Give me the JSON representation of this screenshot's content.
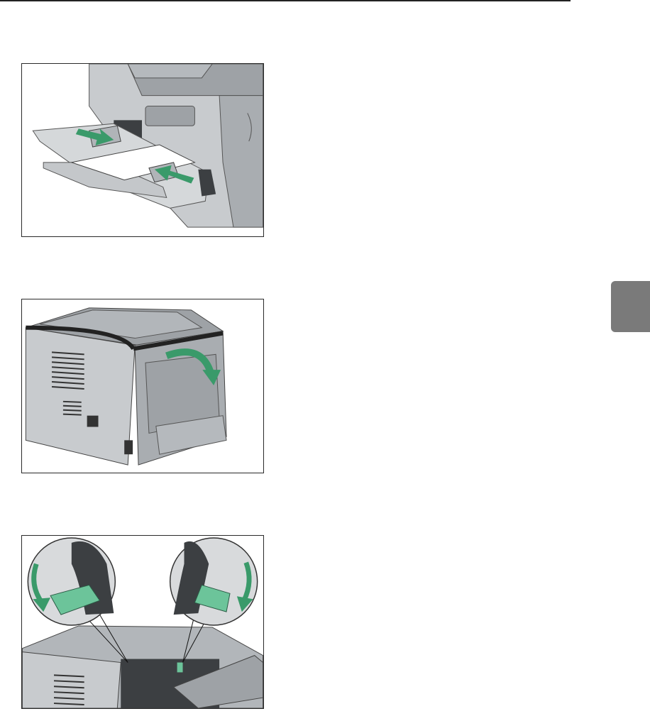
{
  "page": {
    "colors": {
      "rule": "#222222",
      "tab": "#7a7a7a",
      "printer_light": "#c8cbce",
      "printer_mid": "#9ea2a6",
      "printer_dark": "#3c3f42",
      "arrow_green": "#3a9a6a",
      "lever_green": "#6cc49a"
    }
  },
  "figures": [
    {
      "icon": "printer-bypass-tray-paper-guides-illustration"
    },
    {
      "icon": "printer-rear-cover-open-illustration"
    },
    {
      "icon": "fuser-levers-lower-illustration"
    }
  ]
}
